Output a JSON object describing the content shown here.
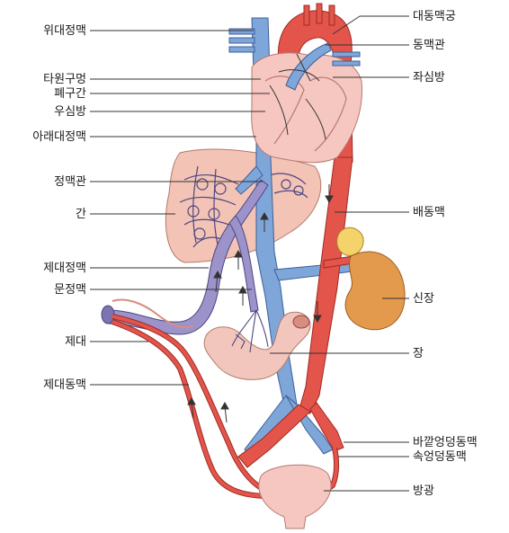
{
  "labels_left": [
    {
      "id": "sup-vena-cava",
      "text": "위대정맥"
    },
    {
      "id": "foramen-ovale",
      "text": "타원구멍"
    },
    {
      "id": "ductus-venosus-lung",
      "text": "폐구간"
    },
    {
      "id": "right-atrium",
      "text": "우심방"
    },
    {
      "id": "inf-vena-cava",
      "text": "아래대정맥"
    },
    {
      "id": "ductus-venosus",
      "text": "정맥관"
    },
    {
      "id": "liver",
      "text": "간"
    },
    {
      "id": "umbilical-vein",
      "text": "제대정맥"
    },
    {
      "id": "portal-vein",
      "text": "문정맥"
    },
    {
      "id": "umbilical-cord",
      "text": "제대"
    },
    {
      "id": "umbilical-artery",
      "text": "제대동맥"
    }
  ],
  "labels_right": [
    {
      "id": "aortic-arch",
      "text": "대동맥궁"
    },
    {
      "id": "ductus-arteriosus",
      "text": "동맥관"
    },
    {
      "id": "left-atrium",
      "text": "좌심방"
    },
    {
      "id": "dorsal-aorta",
      "text": "배동맥"
    },
    {
      "id": "kidney",
      "text": "신장"
    },
    {
      "id": "intestine",
      "text": "장"
    },
    {
      "id": "ext-iliac-artery",
      "text": "바깥엉덩동맥"
    },
    {
      "id": "int-iliac-artery",
      "text": "속엉덩동맥"
    },
    {
      "id": "bladder",
      "text": "방광"
    }
  ],
  "colors": {
    "artery": "#e3554b",
    "vein": "#7fa6d8",
    "umbilical_vein": "#9b93c9",
    "heart": "#f6c7c0",
    "liver": "#f3c3b6",
    "kidney": "#e49a4c",
    "adrenal": "#f3d36a"
  }
}
